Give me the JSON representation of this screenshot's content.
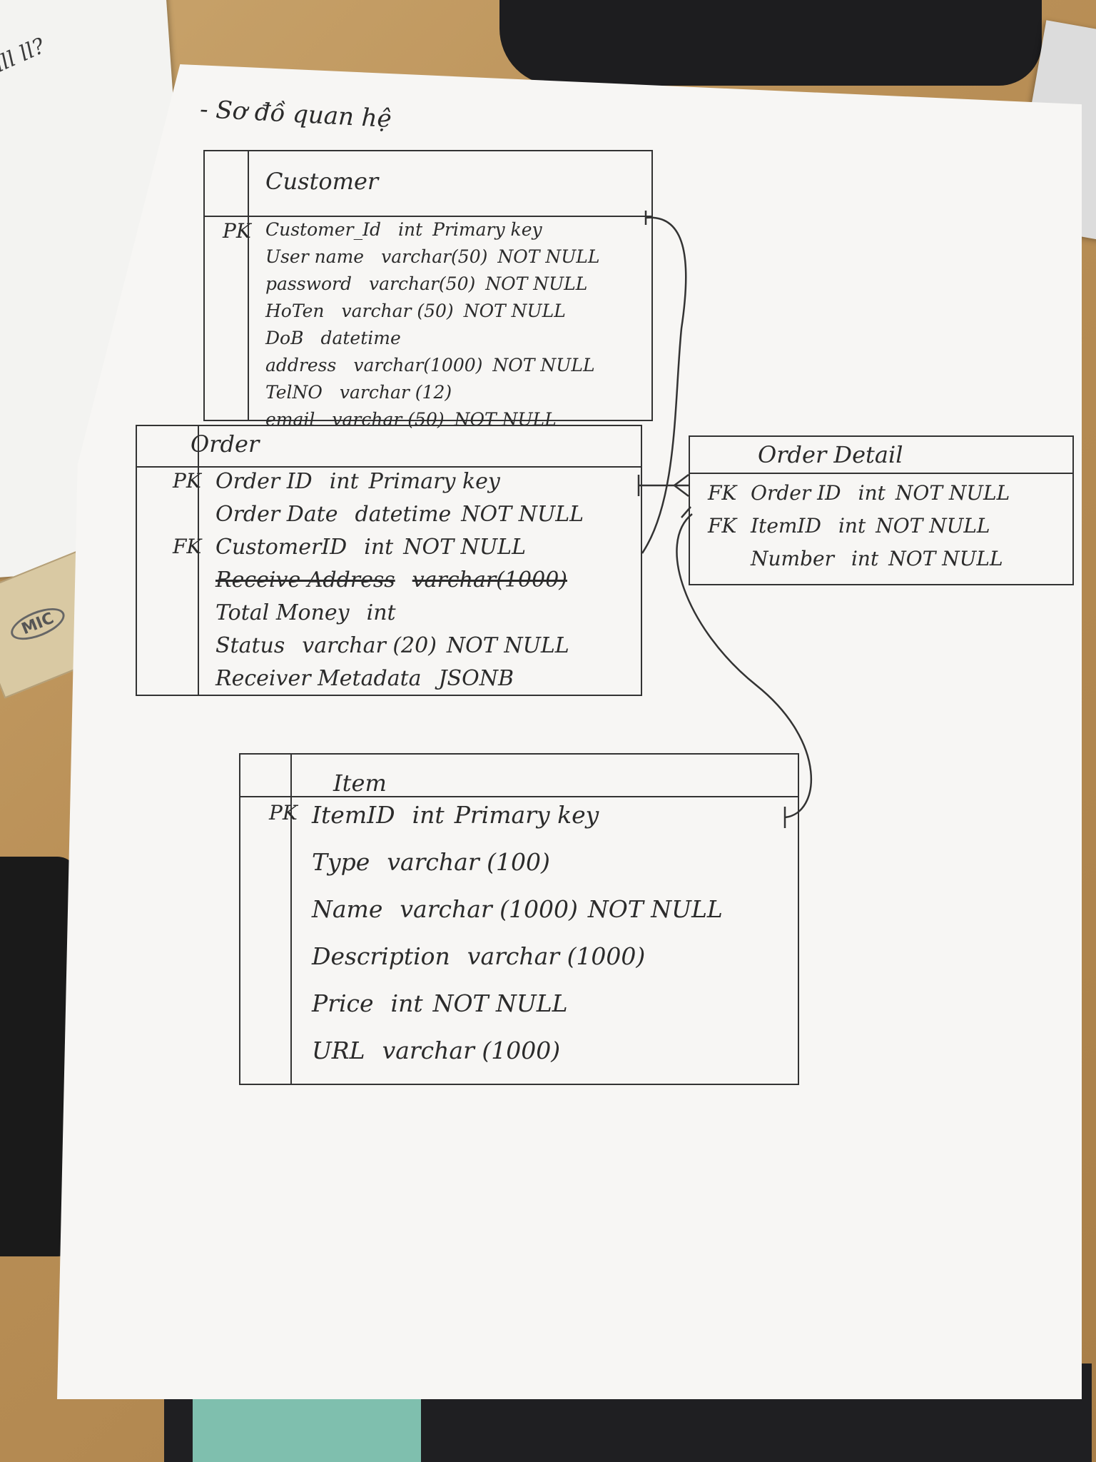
{
  "title": "- Sơ đồ quan hệ",
  "left_note": "ey ? Null ll?",
  "ruler_brand": "MIC",
  "tables": {
    "customer": {
      "name": "Customer",
      "rows": [
        {
          "key": "PK",
          "field": "Customer_Id",
          "type": "int",
          "constraint": "Primary key"
        },
        {
          "key": "",
          "field": "User name",
          "type": "varchar(50)",
          "constraint": "NOT NULL"
        },
        {
          "key": "",
          "field": "password",
          "type": "varchar(50)",
          "constraint": "NOT NULL"
        },
        {
          "key": "",
          "field": "HoTen",
          "type": "varchar (50)",
          "constraint": "NOT NULL"
        },
        {
          "key": "",
          "field": "DoB",
          "type": "datetime",
          "constraint": ""
        },
        {
          "key": "",
          "field": "address",
          "type": "varchar(1000)",
          "constraint": "NOT NULL"
        },
        {
          "key": "",
          "field": "TelNO",
          "type": "varchar (12)",
          "constraint": ""
        },
        {
          "key": "",
          "field": "email",
          "type": "varchar (50)",
          "constraint": "NOT NULL"
        }
      ]
    },
    "order": {
      "name": "Order",
      "rows": [
        {
          "key": "PK",
          "field": "Order ID",
          "type": "int",
          "constraint": "Primary key"
        },
        {
          "key": "",
          "field": "Order Date",
          "type": "datetime",
          "constraint": "NOT NULL"
        },
        {
          "key": "FK",
          "field": "CustomerID",
          "type": "int",
          "constraint": "NOT NULL"
        },
        {
          "key": "",
          "field": "Receive Address",
          "type": "varchar(1000)",
          "constraint": "",
          "struck": true
        },
        {
          "key": "",
          "field": "Total Money",
          "type": "int",
          "constraint": ""
        },
        {
          "key": "",
          "field": "Status",
          "type": "varchar (20)",
          "constraint": "NOT NULL"
        },
        {
          "key": "",
          "field": "Receiver Metadata",
          "type": "JSONB",
          "constraint": ""
        }
      ]
    },
    "order_detail": {
      "name": "Order Detail",
      "rows": [
        {
          "key": "FK",
          "field": "Order ID",
          "type": "int",
          "constraint": "NOT NULL"
        },
        {
          "key": "FK",
          "field": "ItemID",
          "type": "int",
          "constraint": "NOT NULL"
        },
        {
          "key": "",
          "field": "Number",
          "type": "int",
          "constraint": "NOT NULL"
        }
      ]
    },
    "item": {
      "name": "Item",
      "rows": [
        {
          "key": "PK",
          "field": "ItemID",
          "type": "int",
          "constraint": "Primary key"
        },
        {
          "key": "",
          "field": "Type",
          "type": "varchar (100)",
          "constraint": ""
        },
        {
          "key": "",
          "field": "Name",
          "type": "varchar (1000)",
          "constraint": "NOT NULL"
        },
        {
          "key": "",
          "field": "Description",
          "type": "varchar (1000)",
          "constraint": ""
        },
        {
          "key": "",
          "field": "Price",
          "type": "int",
          "constraint": "NOT NULL"
        },
        {
          "key": "",
          "field": "URL",
          "type": "varchar (1000)",
          "constraint": ""
        }
      ]
    }
  }
}
